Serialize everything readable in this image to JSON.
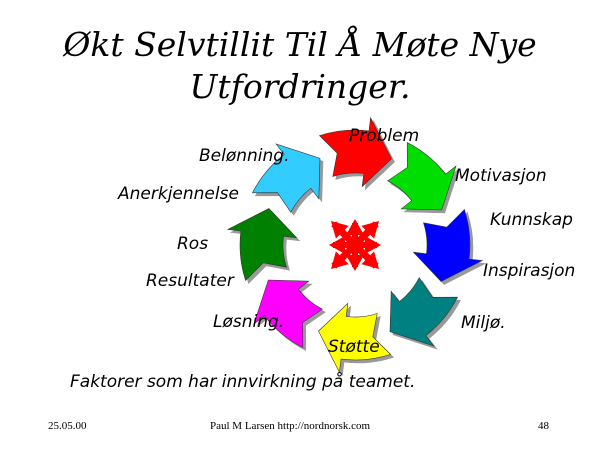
{
  "slide": {
    "title_line1": "Økt Selvtillit Til Å Møte Nye",
    "title_line2": "Utfordringer.",
    "caption": "Faktorer som har innvirkning på teamet."
  },
  "cycle": {
    "labels": [
      "Problem",
      "Motivasjon",
      "Kunnskap",
      "Inspirasjon",
      "Miljø.",
      "Støtte",
      "Løsning.",
      "Resultater",
      "Ros",
      "Anerkjennelse",
      "Belønning."
    ],
    "arrow_colors": [
      "#ff0000",
      "#00dd00",
      "#0000ff",
      "#008080",
      "#ffff00",
      "#ff00ff",
      "#008000",
      "#33ccff"
    ],
    "center_color": "#ff0000"
  },
  "footer": {
    "date": "25.05.00",
    "author_url": "Paul M Larsen    http://nordnorsk.com",
    "page": "48"
  }
}
